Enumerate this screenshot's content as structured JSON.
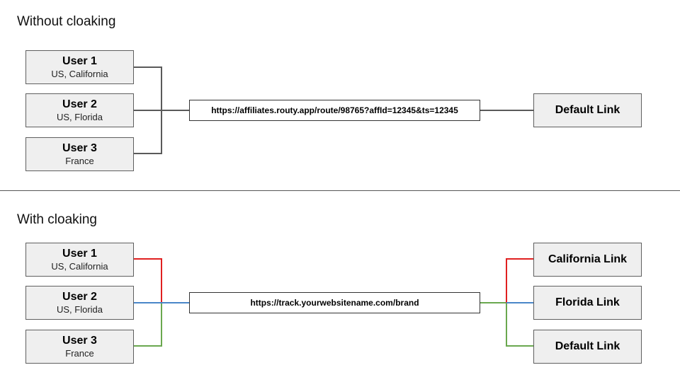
{
  "top": {
    "heading": "Without cloaking",
    "users": [
      {
        "name": "User 1",
        "location": "US, California"
      },
      {
        "name": "User 2",
        "location": "US, Florida"
      },
      {
        "name": "User 3",
        "location": "France"
      }
    ],
    "url": "https://affiliates.routy.app/route/98765?affId=12345&ts=12345",
    "destination": "Default Link"
  },
  "bottom": {
    "heading": "With cloaking",
    "users": [
      {
        "name": "User 1",
        "location": "US, California"
      },
      {
        "name": "User 2",
        "location": "US, Florida"
      },
      {
        "name": "User 3",
        "location": "France"
      }
    ],
    "url": "https://track.yourwebsitename.com/brand",
    "destinations": [
      "California Link",
      "Florida Link",
      "Default Link"
    ]
  },
  "colors": {
    "connector_default": "#5a5a5a",
    "california": "#e02020",
    "florida": "#4a86c8",
    "default": "#6aa84f"
  }
}
